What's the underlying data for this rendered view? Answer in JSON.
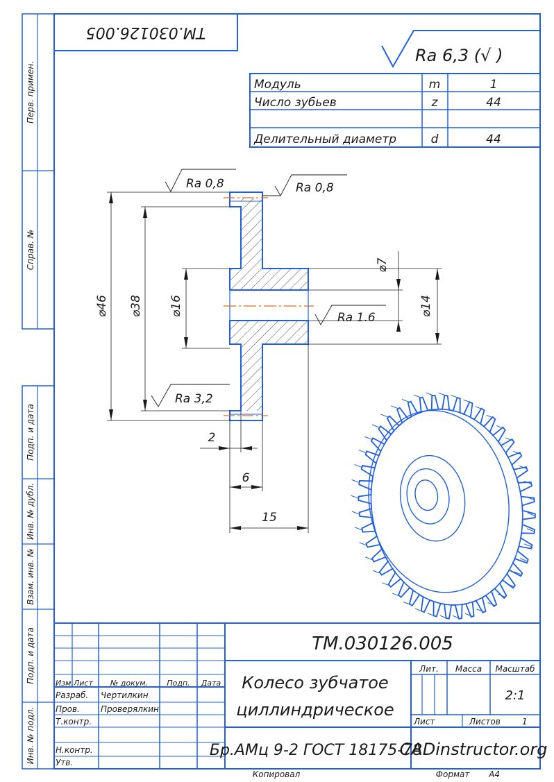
{
  "colors": {
    "outline": "#1f5fe0",
    "dimension": "#1a1a1a",
    "center_line": "#e06a20",
    "paper": "#ffffff"
  },
  "stamp_rotated": "ТМ.030126.005",
  "general_roughness": "Ra 6,3 (√ )",
  "params": [
    {
      "name": "Модуль",
      "sym": "m",
      "value": "1"
    },
    {
      "name": "Число зубьев",
      "sym": "z",
      "value": "44"
    },
    {
      "name": "",
      "sym": "",
      "value": ""
    },
    {
      "name": "Делительный диаметр",
      "sym": "d",
      "value": "44"
    }
  ],
  "roughness": {
    "r1": "Ra 0,8",
    "r2": "Ra 0,8",
    "r3": "Ra 1.6",
    "r4": "Ra 3,2"
  },
  "dimensions": {
    "d46": "⌀46",
    "d38": "⌀38",
    "d16": "⌀16",
    "d7": "⌀7",
    "d14": "⌀14",
    "l2": "2",
    "l6": "6",
    "l15": "15"
  },
  "side_labels": [
    "Перв. примен.",
    "Справ. №",
    "Подп. и дата",
    "Инв. № дубл.",
    "Взам. инв. №",
    "Подп. и дата",
    "Инв. № подл."
  ],
  "title_block": {
    "designation": "ТМ.030126.005",
    "name_line1": "Колесо зубчатое",
    "name_line2": "циллиндрическое",
    "material": "Бр.АМц 9-2 ГОСТ 18175-78",
    "org": "CADinstructor.org",
    "headers": {
      "izm": "Изм.",
      "list": "Лист",
      "doc": "№ докум.",
      "sign": "Подп.",
      "date": "Дата"
    },
    "roles": [
      {
        "role": "Разраб.",
        "name": "Чертилкин"
      },
      {
        "role": "Пров.",
        "name": "Проверялкин"
      },
      {
        "role": "Т.контр.",
        "name": ""
      },
      {
        "role": "",
        "name": ""
      },
      {
        "role": "Н.контр.",
        "name": ""
      },
      {
        "role": "Утв.",
        "name": ""
      }
    ],
    "lit": "Лит.",
    "mass": "Масса",
    "scale_label": "Масштаб",
    "scale_value": "2:1",
    "sheet": "Лист",
    "sheets": "Листов",
    "sheets_value": "1"
  },
  "footer": {
    "copied": "Копировал",
    "format_label": "Формат",
    "format_value": "А4"
  }
}
